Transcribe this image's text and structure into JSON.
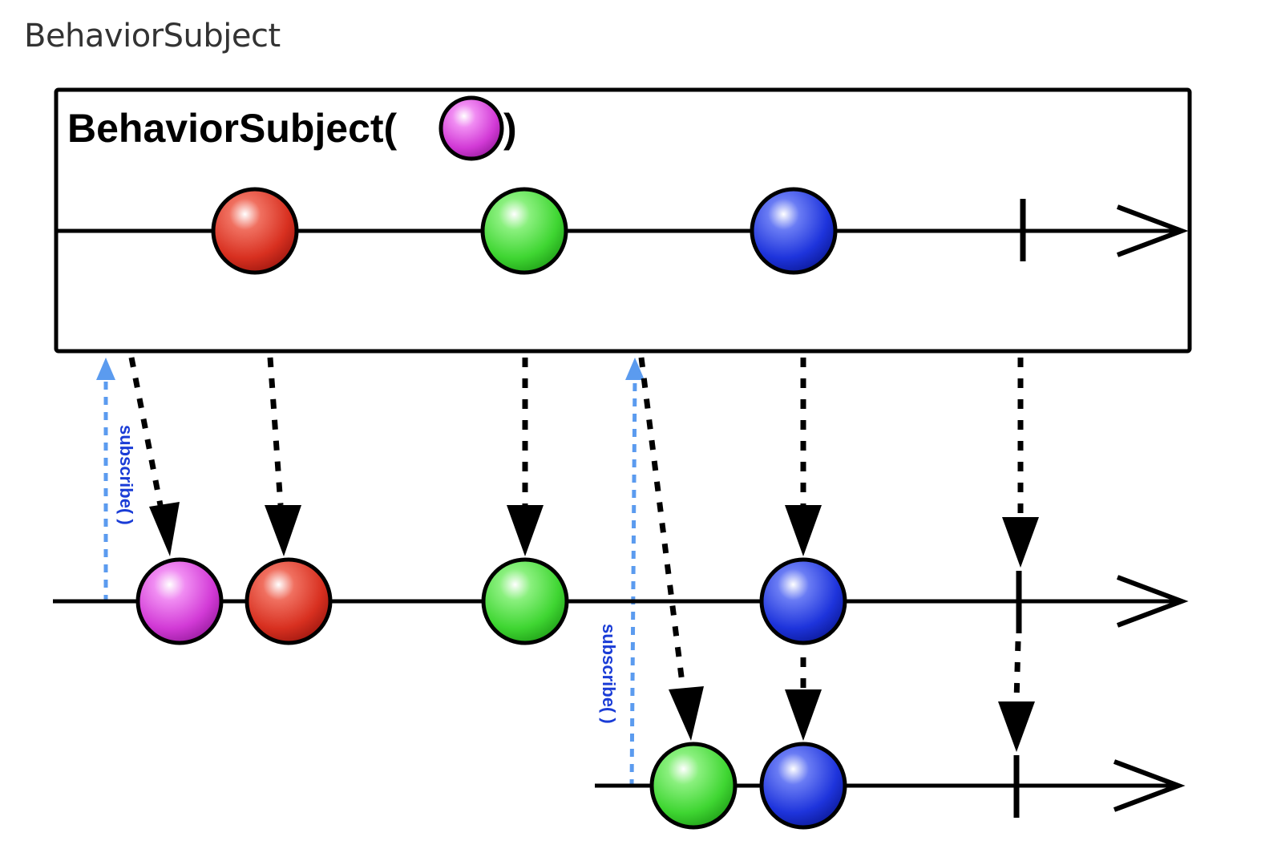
{
  "page": {
    "heading": "BehaviorSubject"
  },
  "diagram": {
    "box_title_prefix": "BehaviorSubject(",
    "box_title_suffix": ")",
    "initial_value_color": "magenta",
    "source_stream": {
      "events": [
        "red",
        "green",
        "blue"
      ],
      "ends_with": "complete"
    },
    "subscriber_1": {
      "subscribe_label": "subscribe( )",
      "events": [
        "magenta",
        "red",
        "green",
        "blue"
      ],
      "ends_with": "complete"
    },
    "subscriber_2": {
      "subscribe_label": "subscribe( )",
      "events": [
        "green",
        "blue"
      ],
      "ends_with": "complete"
    },
    "colors": {
      "red": "#e8352a",
      "green": "#44d83a",
      "blue": "#1f3ae0",
      "magenta": "#d43ed8",
      "subscribe_arrow": "#5b9bef",
      "subscribe_text": "#1a3cd6"
    }
  }
}
